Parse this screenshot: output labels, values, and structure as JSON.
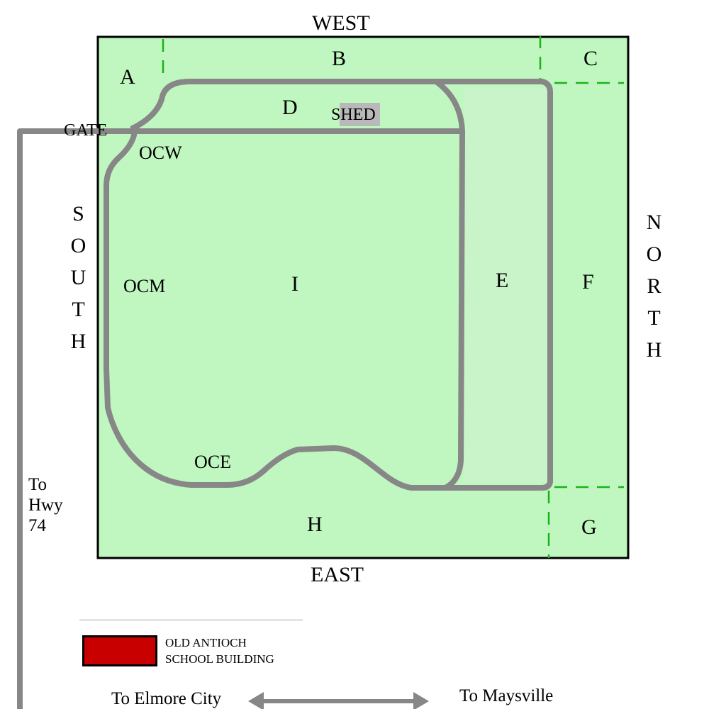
{
  "directions": {
    "west": "WEST",
    "east": "EAST",
    "south": "SOUTH",
    "north": "NORTH"
  },
  "sections": {
    "A": "A",
    "B": "B",
    "C": "C",
    "D": "D",
    "E": "E",
    "F": "F",
    "G": "G",
    "H": "H",
    "I": "I"
  },
  "landmarks": {
    "shed": "SHED",
    "gate": "GATE",
    "ocw": "OCW",
    "ocm": "OCM",
    "oce": "OCE"
  },
  "roads": {
    "hwy": "To Hwy 74",
    "hwy_lines": [
      "To",
      "Hwy",
      "74"
    ],
    "elmore": "To Elmore City",
    "maysville": "To Maysville"
  },
  "legend": {
    "label_line1": "OLD ANTIOCH",
    "label_line2": "SCHOOL BUILDING",
    "color": "#c80000"
  },
  "colors": {
    "field": "#c0f7c0",
    "road": "#878787",
    "boundary": "#000000",
    "divider": "#1ab31a",
    "shed": "#b9b9b9"
  }
}
